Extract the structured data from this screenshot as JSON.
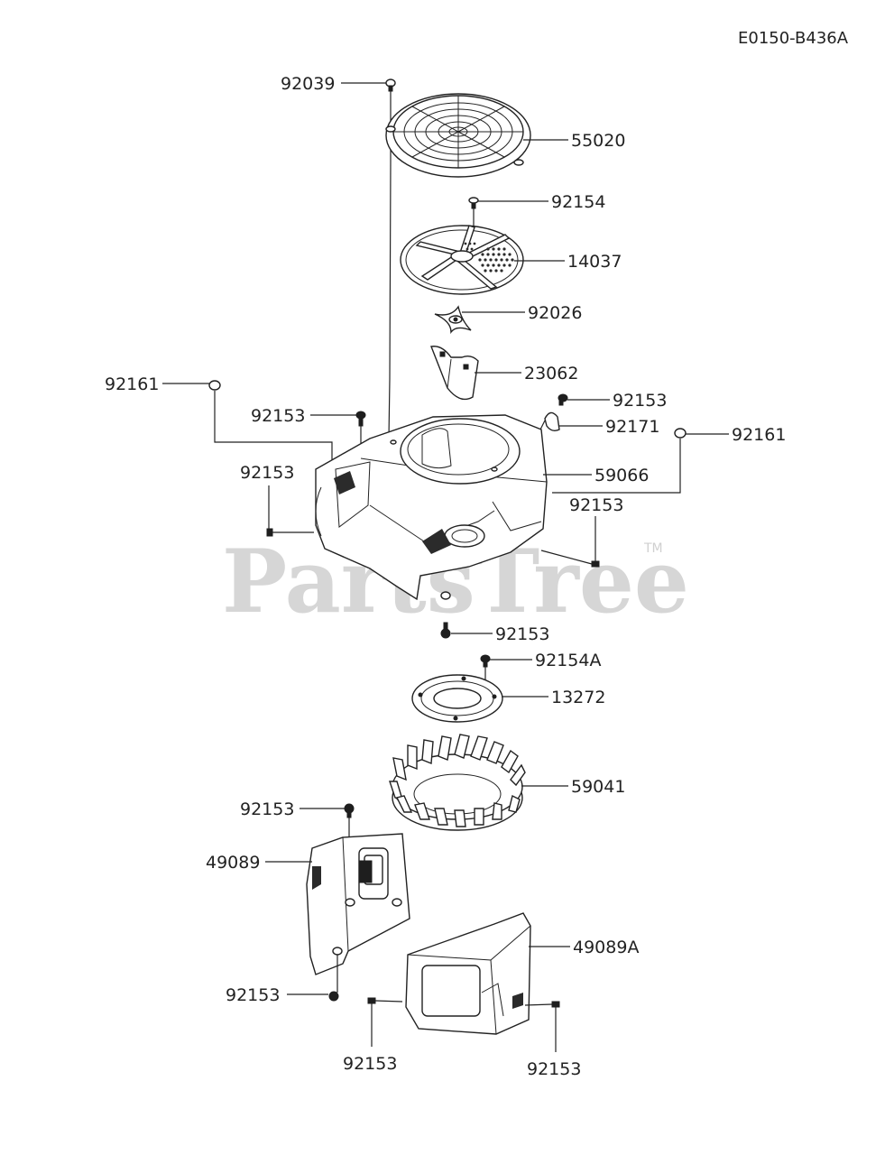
{
  "diagram_code": "E0150-B436A",
  "watermark": {
    "text": "PartsTree",
    "trademark": "TM"
  },
  "callouts": {
    "c92039": "92039",
    "c55020": "55020",
    "c92154": "92154",
    "c14037": "14037",
    "c92026": "92026",
    "c23062": "23062",
    "c92161_left": "92161",
    "c92153_a": "92153",
    "c92153_b": "92153",
    "c92171": "92171",
    "c92161_right": "92161",
    "c59066": "59066",
    "c92153_c": "92153",
    "c92153_d": "92153",
    "c92153_e": "92153",
    "c92154A": "92154A",
    "c13272": "13272",
    "c59041": "59041",
    "c92153_f": "92153",
    "c49089": "49089",
    "c49089A": "49089A",
    "c92153_g": "92153",
    "c92153_h": "92153",
    "c92153_i": "92153"
  }
}
